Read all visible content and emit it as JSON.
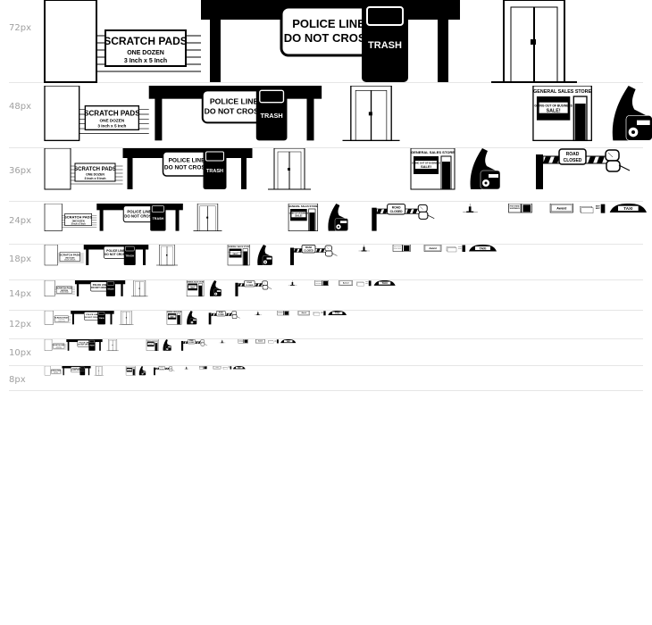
{
  "colors": {
    "ink": "#000000",
    "paper": "#ffffff",
    "label": "#a0a0a0",
    "rule": "#e6e6e6"
  },
  "sizes": [
    {
      "label": "72px",
      "scale": 1.0
    },
    {
      "label": "48px",
      "scale": 0.667
    },
    {
      "label": "36px",
      "scale": 0.5
    },
    {
      "label": "24px",
      "scale": 0.333
    },
    {
      "label": "18px",
      "scale": 0.25
    },
    {
      "label": "14px",
      "scale": 0.194
    },
    {
      "label": "12px",
      "scale": 0.167
    },
    {
      "label": "10px",
      "scale": 0.139
    },
    {
      "label": "8px",
      "scale": 0.111
    }
  ],
  "glyphs": [
    {
      "name": "scratch-pads-glyph",
      "icon": "scratch-pads-icon",
      "lines": [
        "SCRATCH PADS",
        "ONE DOZEN",
        "3 Inch x 5 Inch"
      ]
    },
    {
      "name": "police-line-glyph",
      "icon": "police-line-barrier-icon",
      "lines": [
        "POLICE LINE",
        "DO NOT CROSS"
      ]
    },
    {
      "name": "trash-glyph",
      "icon": "trash-can-icon",
      "lines": [
        "TRASH"
      ]
    },
    {
      "name": "doors-glyph",
      "icon": "double-door-icon",
      "lines": []
    },
    {
      "name": "general-store-glyph",
      "icon": "general-store-icon",
      "lines": [
        "GENERAL SALES STORE",
        "GOING OUT OF BUSINESS",
        "SALE!"
      ]
    },
    {
      "name": "hand-phone-glyph",
      "icon": "hand-phone-icon",
      "lines": []
    },
    {
      "name": "road-closed-glyph",
      "icon": "road-closed-barrier-icon",
      "lines": [
        "ROAD",
        "CLOSED"
      ]
    },
    {
      "name": "glasses-glyph",
      "icon": "eyeglasses-icon",
      "lines": []
    },
    {
      "name": "lamp-glyph",
      "icon": "desk-lamp-icon",
      "lines": []
    },
    {
      "name": "market-glyph",
      "icon": "market-stand-icon",
      "lines": [
        "FRUIT STAND",
        "VEGETABLES"
      ]
    },
    {
      "name": "award-glyph",
      "icon": "award-certificate-icon",
      "lines": [
        "Award"
      ]
    },
    {
      "name": "signs-glyph",
      "icon": "stacked-signs-icon",
      "lines": [
        "BEEP!",
        "BEEP!"
      ]
    },
    {
      "name": "taxi-glyph",
      "icon": "taxi-sign-icon",
      "lines": [
        "TAXI"
      ]
    }
  ]
}
